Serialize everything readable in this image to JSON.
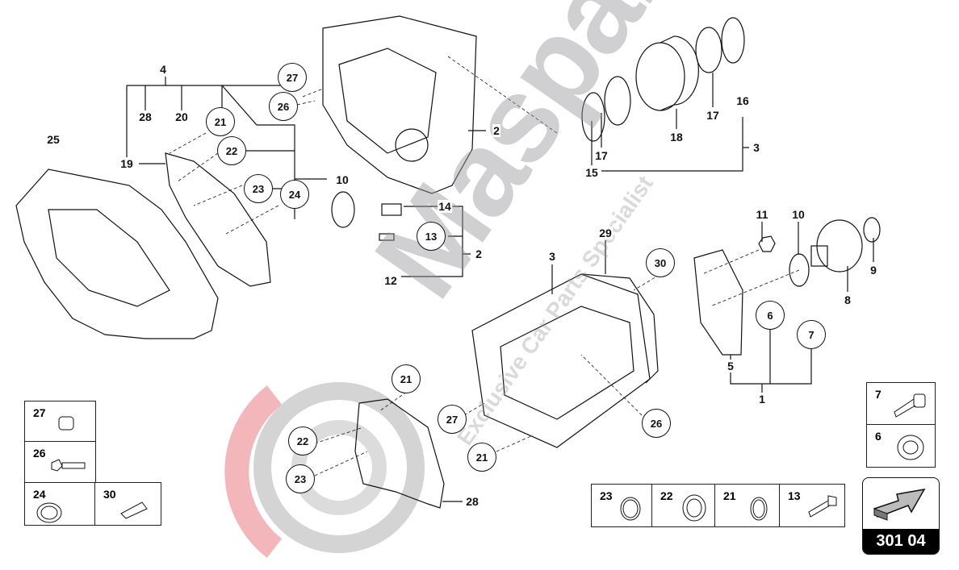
{
  "watermark": {
    "brand": "Maspart",
    "tagline": "Exclusive Car Parts Specialist"
  },
  "callouts": [
    "4",
    "28",
    "20",
    "19",
    "25",
    "10",
    "14",
    "2",
    "12",
    "2",
    "3",
    "29",
    "16",
    "17",
    "18",
    "17",
    "15",
    "3",
    "11",
    "10",
    "9",
    "8",
    "5",
    "1",
    "28"
  ],
  "circled": [
    "27",
    "26",
    "21",
    "22",
    "23",
    "24",
    "13",
    "30",
    "6",
    "7",
    "21",
    "27",
    "26",
    "22",
    "21",
    "23"
  ],
  "legend_left": [
    "27",
    "26",
    "24",
    "30"
  ],
  "legend_bottom_right": [
    "23",
    "22",
    "21",
    "13"
  ],
  "legend_right": [
    "7",
    "6"
  ],
  "reference": {
    "code": "301 04"
  },
  "colors": {
    "watermark_red": "#e8707a",
    "watermark_gray": "#9a9aa0"
  }
}
